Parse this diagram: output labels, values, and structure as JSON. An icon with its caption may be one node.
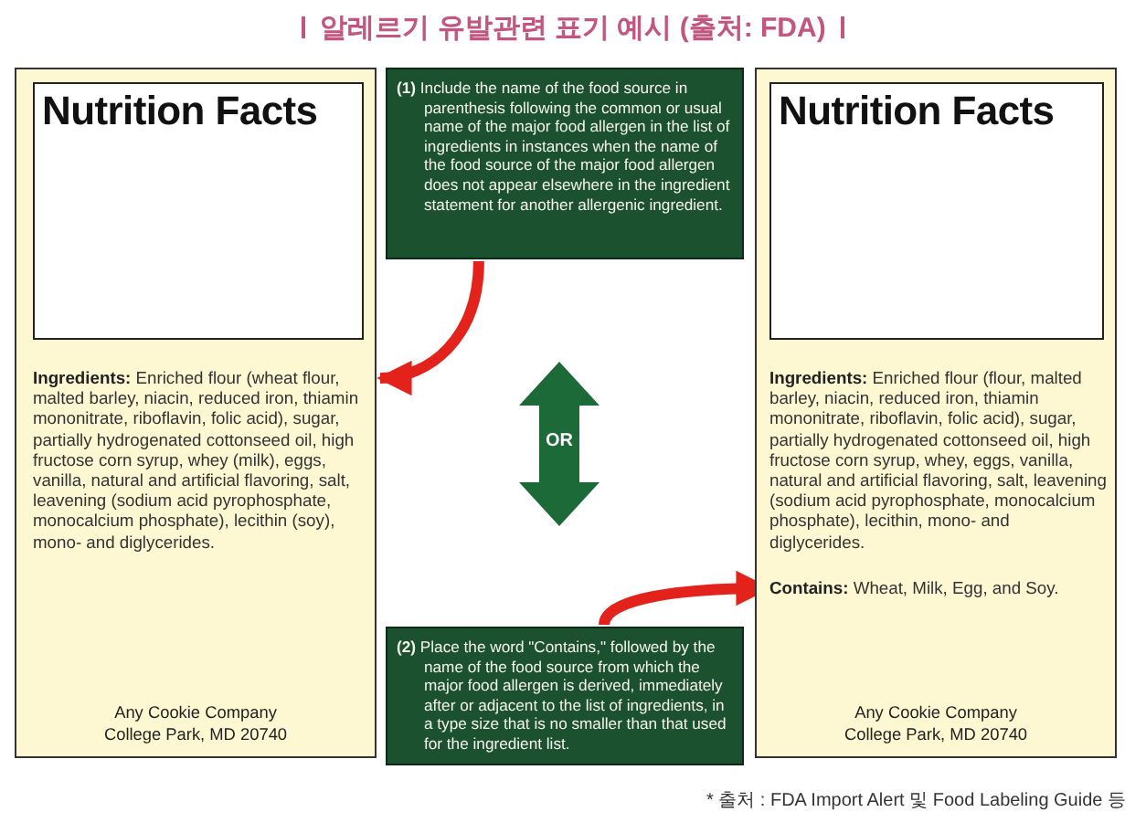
{
  "diagram": {
    "title": "알레르기 유발관련 표기 예시 (출처: FDA)",
    "caption": "* 출처 : FDA Import Alert 및 Food Labeling Guide 등",
    "nodes": [
      {
        "text": [
          "Any Cookie Company College Park, MD 20740"
        ]
      },
      {
        "text": [
          "Nutrition Facts"
        ],
        "in": 0
      },
      {
        "text": [
          "**Ingredients:** Enriched flour (wheat flour, malted barley, niacin, reduced iron, thiamin mononitrate, riboflavin, folic acid), sugar, partially hydrogenated cottonseed oil, high fructose corn syrup, whey (milk), eggs, vanilla, natural and artificial flavoring, salt, leavening (sodium acid pyrophosphate, monocalcium phosphate), lecithin (soy), mono- and diglycerides."
        ],
        "in": 0
      },
      {
        "text": [
          "**(1)** Include the name of the food source in parenthesis following the common or usual name of the major food allergen in the list of ingredients in instances when the name of the food source of the major food allergen does not appear elsewhere in the ingredient statement for another allergenic ingredient."
        ]
      },
      {
        "text": [
          "OR"
        ]
      },
      {
        "text": [
          "**(2)** Place the word \"Contains,\" followed by the name of the food source from which the major food allergen is derived, immediately after or adjacent to the list of ingredients, in a type size that is no smaller than that used for the ingredient list."
        ]
      },
      {
        "text": [
          "Any Cookie Company College Park, MD 20740"
        ]
      },
      {
        "text": [
          "Nutrition Facts"
        ],
        "in": 6
      },
      {
        "text": [
          "**Ingredients:** Enriched flour (flour, malted barley, niacin, reduced iron, thiamin mononitrate, riboflavin, folic acid), sugar, partially hydrogenated cottonseed oil, high fructose corn syrup, whey, eggs, vanilla, natural and artificial flavoring, salt, leavening (sodium acid pyrophosphate, monocalcium phosphate), lecithin, mono- and diglycerides."
        ],
        "in": 6
      },
      {
        "text": [
          "**Contains:** Wheat, Milk, Egg, and Soy."
        ],
        "in": 6
      }
    ],
    "edges": [
      {
        "from": 3,
        "to": 2,
        "arrow": "to"
      },
      {
        "from": 5,
        "to": 9,
        "arrow": "to"
      }
    ]
  }
}
